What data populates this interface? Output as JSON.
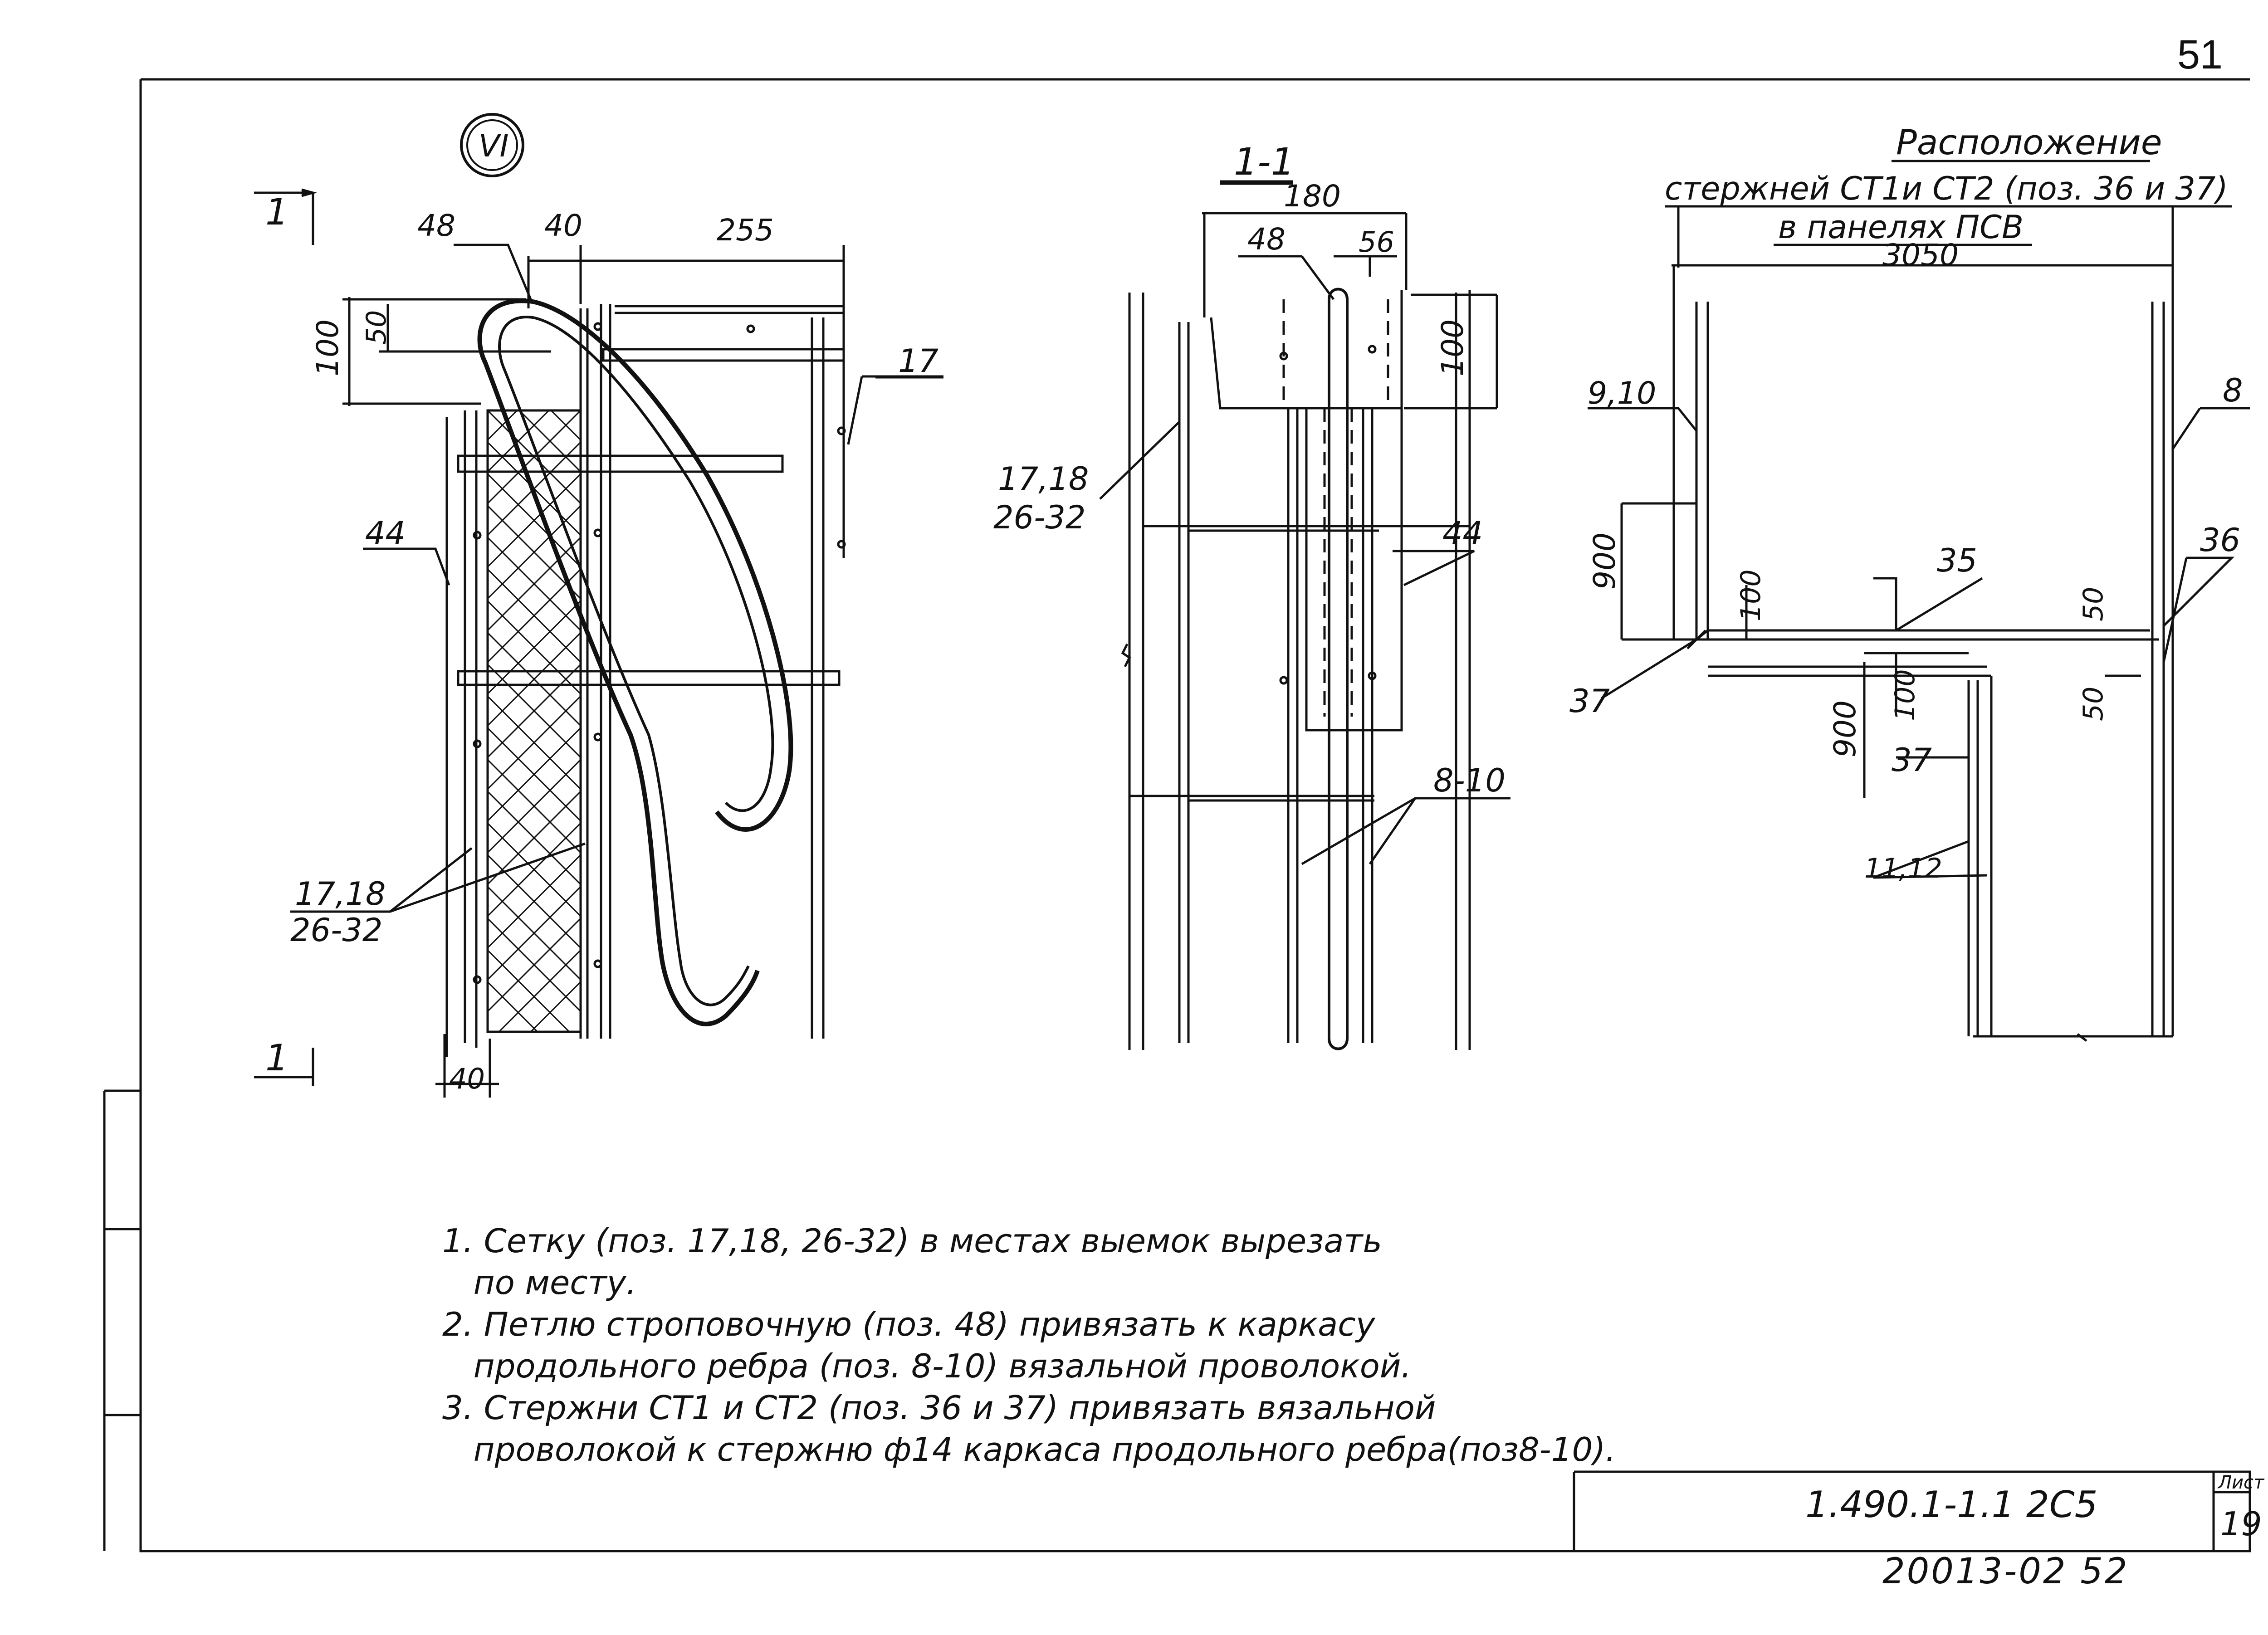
{
  "page_number": "51",
  "sheet_mark": "VI",
  "section_marks": {
    "left_top": "1",
    "left_bottom": "1",
    "section_title": "1-1"
  },
  "view1": {
    "dims": {
      "d48": "48",
      "d40": "40",
      "d255": "255",
      "d100": "100",
      "d50": "50",
      "d40b": "40"
    },
    "labels": {
      "p17": "17",
      "p44": "44",
      "p17_18": "17,18",
      "p26_32": "26-32"
    }
  },
  "view2": {
    "dims": {
      "d180": "180",
      "d48": "48",
      "d56": "56",
      "d100": "100"
    },
    "labels": {
      "p17_18": "17,18",
      "p26_32": "26-32",
      "p44": "44",
      "p8_10": "8-10"
    }
  },
  "view3": {
    "title_line1": "Расположение",
    "title_line2": "стержней СТ1и СТ2 (поз. 36 и 37)",
    "title_line3": "в панелях ПСВ",
    "dims": {
      "d3050": "3050",
      "d900a": "900",
      "d100a": "100",
      "d50a": "50",
      "d50b": "50",
      "d900b": "900",
      "d100b": "100"
    },
    "labels": {
      "p9_10": "9,10",
      "p8": "8",
      "p35": "35",
      "p36": "36",
      "p37a": "37",
      "p37b": "37",
      "p11_12": "11,12"
    }
  },
  "notes": [
    "1. Сетку (поз. 17,18, 26-32) в местах выемок вырезать",
    "   по месту.",
    "2. Петлю строповочную (поз. 48) привязать к каркасу",
    "   продольного ребра (поз. 8-10) вязальной проволокой.",
    "3. Стержни СТ1 и СТ2 (поз. 36 и 37) привязать вязальной",
    "   проволокой к стержню ф14 каркаса продольного ребра(поз8-10)."
  ],
  "title_block": {
    "designation": "1.490.1-1.1 2С5",
    "sheet_label": "Лист",
    "sheet_number": "19"
  },
  "stamp_code": "20013-02 52"
}
